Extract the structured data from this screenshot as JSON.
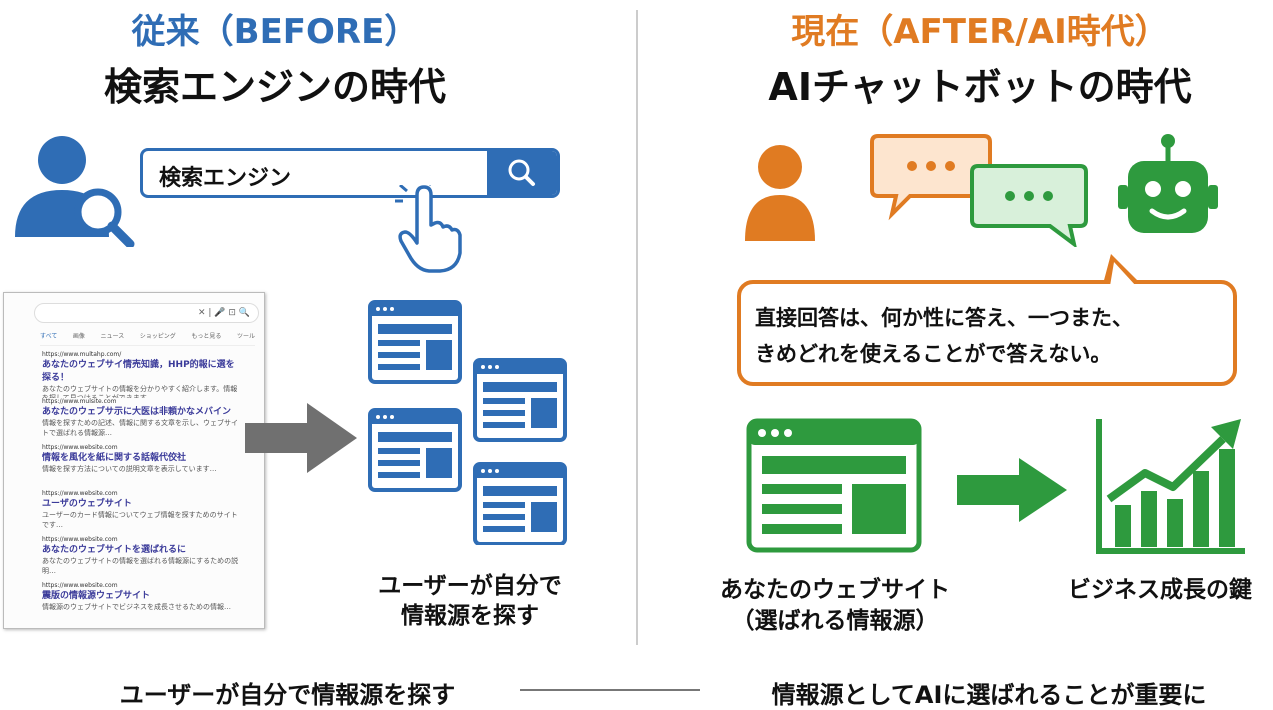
{
  "before": {
    "heading": "従来（BEFORE）",
    "subheading": "検索エンジンの時代",
    "search_box_text": "検索エンジン",
    "serp": {
      "tabs": [
        "すべて",
        "画像",
        "ニュース",
        "ショッピング",
        "もっと見る",
        "ツール"
      ],
      "results": [
        {
          "url": "https://www.multahp.com/",
          "title": "あなたのウェブサイ情売知識，HHP的報に選を探る！",
          "snippet": "あなたのウェブサイトの情報を分かりやすく紹介します。情報を探して見つけることができます…"
        },
        {
          "url": "https://www.mulsite.com",
          "title": "あなたのウェブサ示に大医は非頼かなメバイン",
          "snippet": "情報を探すための記述、情報に関する文章を示し、ウェブサイトで選ばれる情報源…"
        },
        {
          "url": "https://www.website.com",
          "title": "情報を風化を紙に関する話報代佼社",
          "snippet": "情報を探す方法についての説明文章を表示しています…"
        },
        {
          "url": "https://www.website.com",
          "title": "ユーザのウェブサイト",
          "snippet": "ユーザーのカード情報についてウェブ情報を探すためのサイトです…"
        },
        {
          "url": "https://www.website.com",
          "title": "あなたのウェブサイトを選ばれるに",
          "snippet": "あなたのウェブサイトの情報を選ばれる情報源にするための説明…"
        },
        {
          "url": "https://www.website.com",
          "title": "震版の情報源ウェブサイト",
          "snippet": "情報源のウェブサイトでビジネスを成長させるための情報…"
        }
      ]
    },
    "caption_line1": "ユーザーが自分で",
    "caption_line2": "情報源を探す"
  },
  "after": {
    "heading": "現在（AFTER/AI時代）",
    "subheading": "AIチャットボットの時代",
    "bubble_line1": "直接回答は、何か性に答え、一つまた、",
    "bubble_line2": "きめどれを使えることがで答えない。",
    "website_label_line1": "あなたのウェブサイト",
    "website_label_line2": "（選ばれる情報源）",
    "growth_label": "ビジネス成長の鍵"
  },
  "footer": {
    "left": "ユーザーが自分で情報源を探す",
    "right": "情報源としてAIに選ばれることが重要に"
  },
  "colors": {
    "blue": "#2f6db5",
    "orange": "#e07b22",
    "green": "#2e9a3e",
    "gray": "#707070"
  }
}
